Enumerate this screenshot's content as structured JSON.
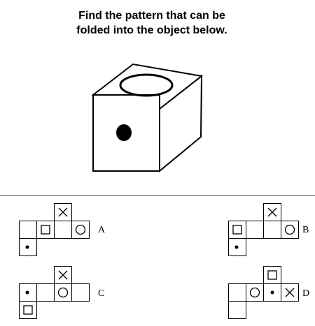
{
  "question": {
    "line1": "Find the pattern that can be",
    "line2": "folded into the object below."
  },
  "cube": {
    "top_face_symbol": "circle",
    "front_face_symbol": "dot"
  },
  "options": [
    {
      "label": "A"
    },
    {
      "label": "B"
    },
    {
      "label": "C"
    },
    {
      "label": "D"
    }
  ]
}
